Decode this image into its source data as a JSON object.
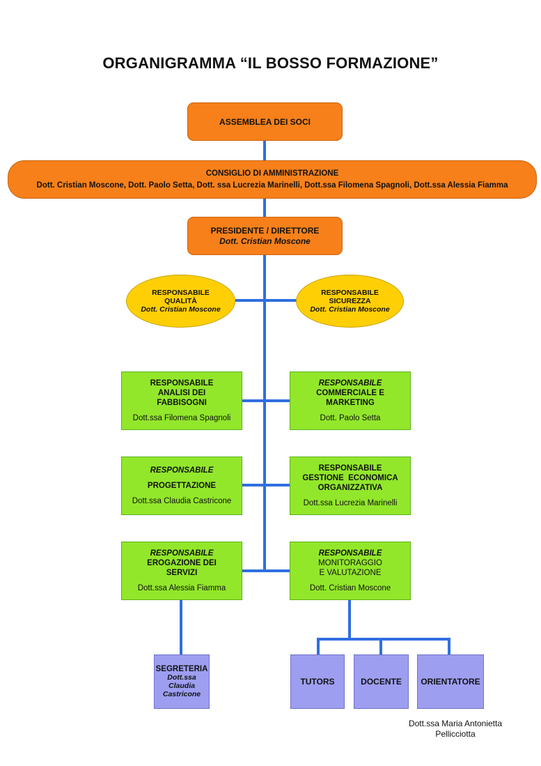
{
  "title": "ORGANIGRAMMA “IL BOSSO FORMAZIONE”",
  "assemblea": {
    "label": "ASSEMBLEA DEI SOCI"
  },
  "consiglio": {
    "label": "CONSIGLIO DI AMMINISTRAZIONE",
    "members": "Dott. Cristian Moscone, Dott. Paolo Setta, Dott. ssa Lucrezia Marinelli, Dott.ssa Filomena Spagnoli, Dott.ssa Alessia Fiamma"
  },
  "presidente": {
    "label": "PRESIDENTE / DIRETTORE",
    "name": "Dott. Cristian Moscone"
  },
  "resp_qualita": {
    "line1": "RESPONSABILE",
    "line2": "QUALITÀ",
    "name": "Dott. Cristian Moscone"
  },
  "resp_sicurezza": {
    "line1": "RESPONSABILE",
    "line2": "SICUREZZA",
    "name": "Dott. Cristian Moscone"
  },
  "resp_analisi": {
    "line1": "RESPONSABILE",
    "line2": "ANALISI DEI",
    "line3": "FABBISOGNI",
    "name": "Dott.ssa Filomena Spagnoli"
  },
  "resp_commerciale": {
    "line1": "RESPONSABILE",
    "line2": "COMMERCIALE E",
    "line3": "MARKETING",
    "name": "Dott. Paolo Setta"
  },
  "resp_progettazione": {
    "line1": "RESPONSABILE",
    "line2": "PROGETTAZIONE",
    "name": "Dott.ssa Claudia Castricone"
  },
  "resp_gestione": {
    "line1": "RESPONSABILE",
    "line2": "GESTIONE  ECONOMICA",
    "line3": "ORGANIZZATIVA",
    "name": "Dott.ssa Lucrezia Marinelli"
  },
  "resp_erogazione": {
    "line1": "RESPONSABILE",
    "line2": "EROGAZIONE DEI",
    "line3": "SERVIZI",
    "name": "Dott.ssa Alessia Fiamma"
  },
  "resp_monitoraggio": {
    "line1": "RESPONSABILE",
    "line2": "MONITORAGGIO",
    "line3": "E VALUTAZIONE",
    "name": "Dott. Cristian Moscone"
  },
  "segreteria": {
    "label": "SEGRETERIA",
    "name1": "Dott.ssa",
    "name2": "Claudia",
    "name3": "Castricone"
  },
  "tutors": {
    "label": "TUTORS"
  },
  "docente": {
    "label": "DOCENTE"
  },
  "orientatore": {
    "label": "ORIENTATORE"
  },
  "orientatore_note": {
    "line1": "Dott.ssa Maria Antonietta",
    "line2": "Pellicciotta"
  }
}
